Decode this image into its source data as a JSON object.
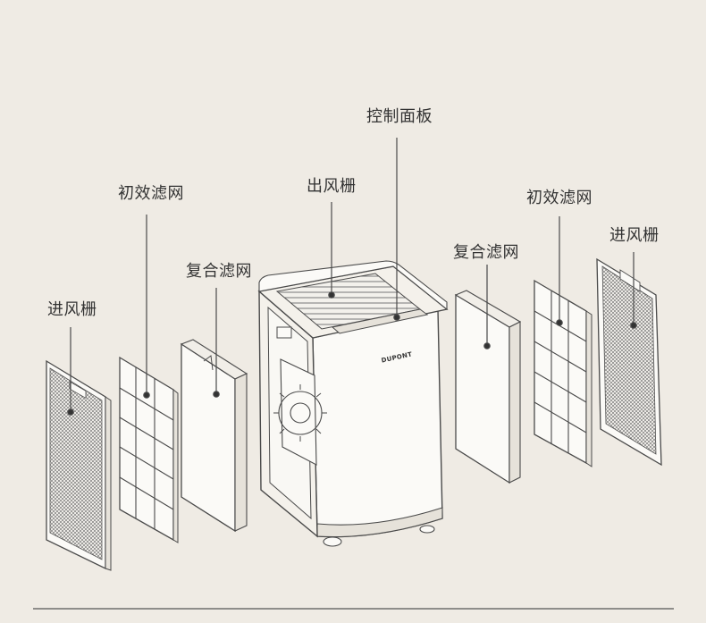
{
  "labels": {
    "control_panel": "控制面板",
    "outlet_grille": "出风栅",
    "primary_filter_left": "初效滤网",
    "composite_filter_left": "复合滤网",
    "inlet_grille_left": "进风栅",
    "composite_filter_right": "复合滤网",
    "primary_filter_right": "初效滤网",
    "inlet_grille_right": "进风栅"
  },
  "brand": {
    "logo_text": "DUPONT"
  },
  "colors": {
    "background": "#efebe4",
    "line": "#4a4a4a",
    "panel_fill": "#fbfaf7",
    "label_text": "#333333"
  }
}
